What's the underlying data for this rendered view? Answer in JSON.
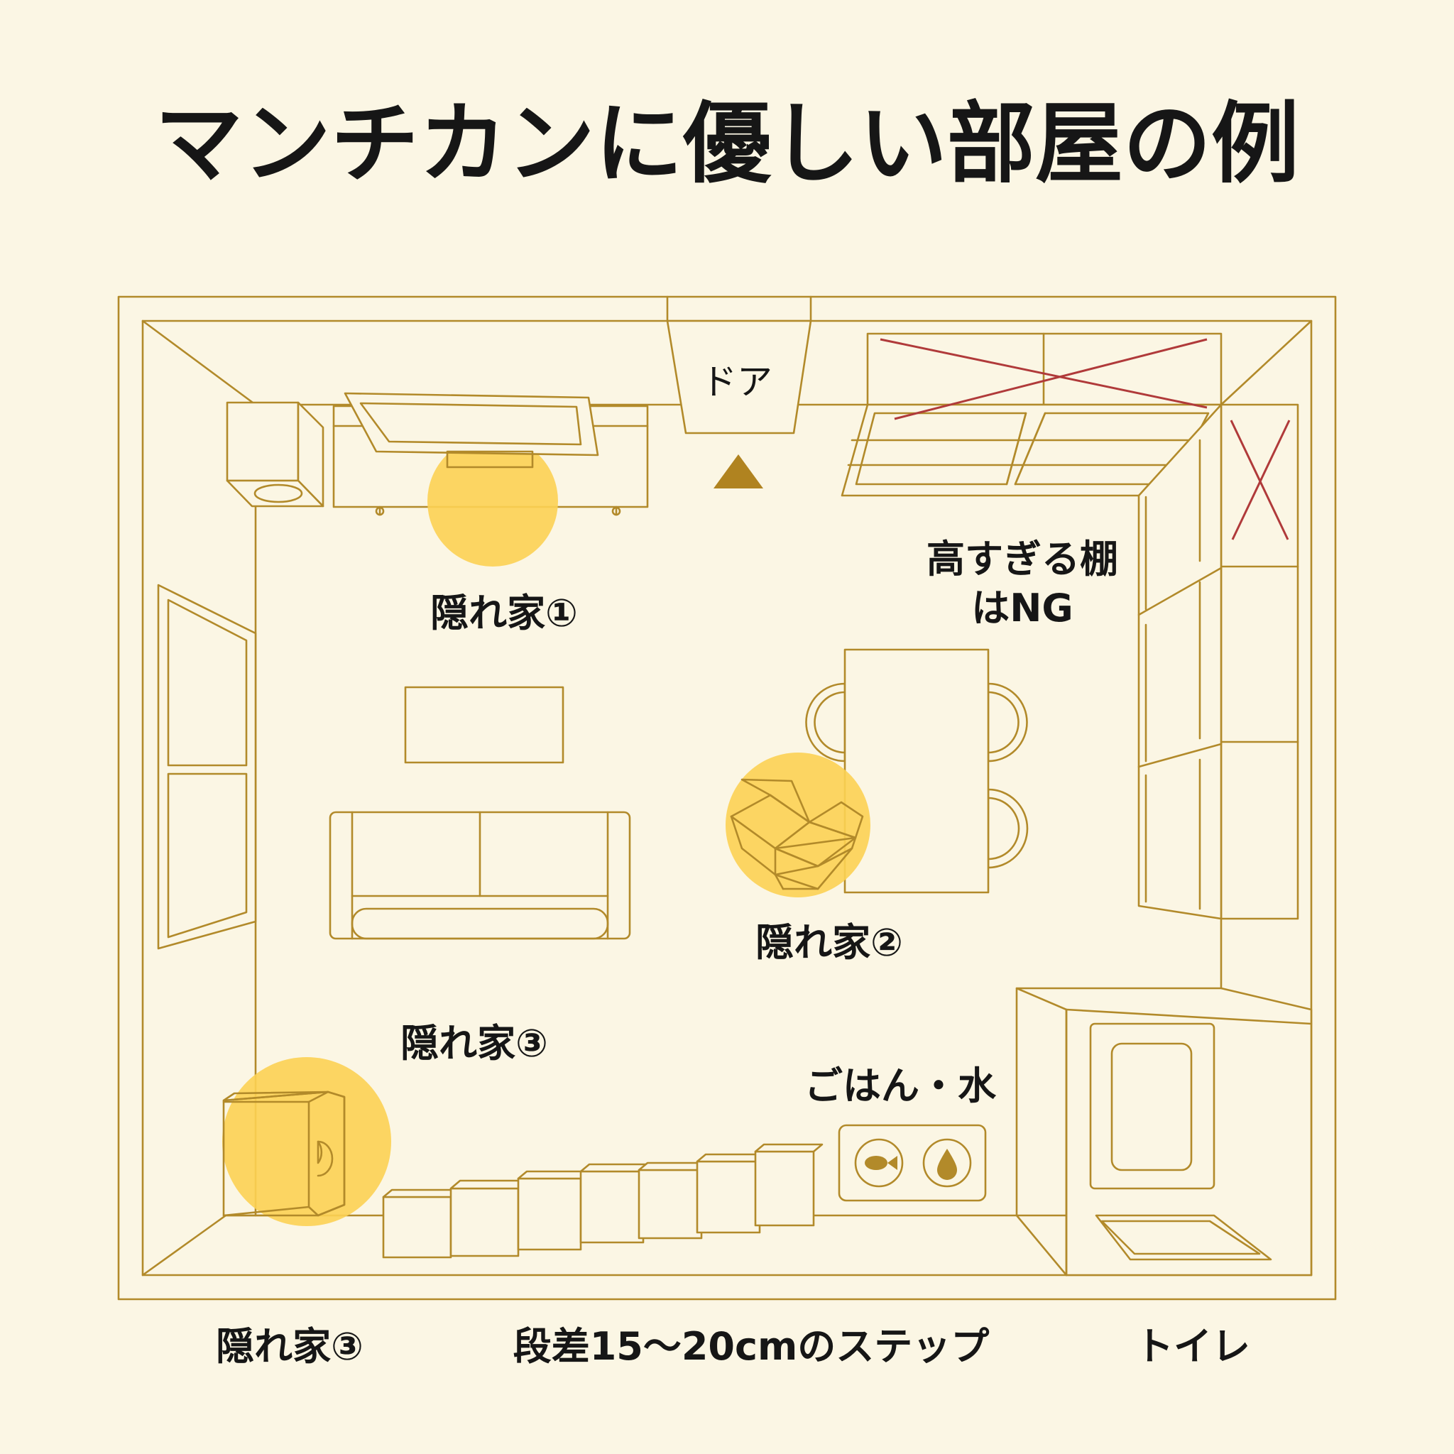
{
  "title": "マンチカンに優しい部屋の例",
  "labels": {
    "door": "ドア",
    "shelf_ng_line1": "高すぎる棚",
    "shelf_ng_line2": "はNG",
    "hideout1": "隠れ家①",
    "hideout2": "隠れ家②",
    "hideout3_inside": "隠れ家③",
    "food_water": "ごはん・水"
  },
  "bottom_labels": {
    "hideout3": "隠れ家③",
    "steps": "段差15〜20cmのステップ",
    "toilet": "トイレ"
  },
  "colors": {
    "background": "#fbf6e4",
    "line": "#b28a2a",
    "highlight": "#fcd153",
    "ng_cross": "#b03a3a",
    "door_arrow": "#b08320",
    "text": "#161616"
  },
  "icons": [
    "fish-icon",
    "water-drop-icon",
    "door-arrow-icon",
    "ng-cross-icon"
  ]
}
